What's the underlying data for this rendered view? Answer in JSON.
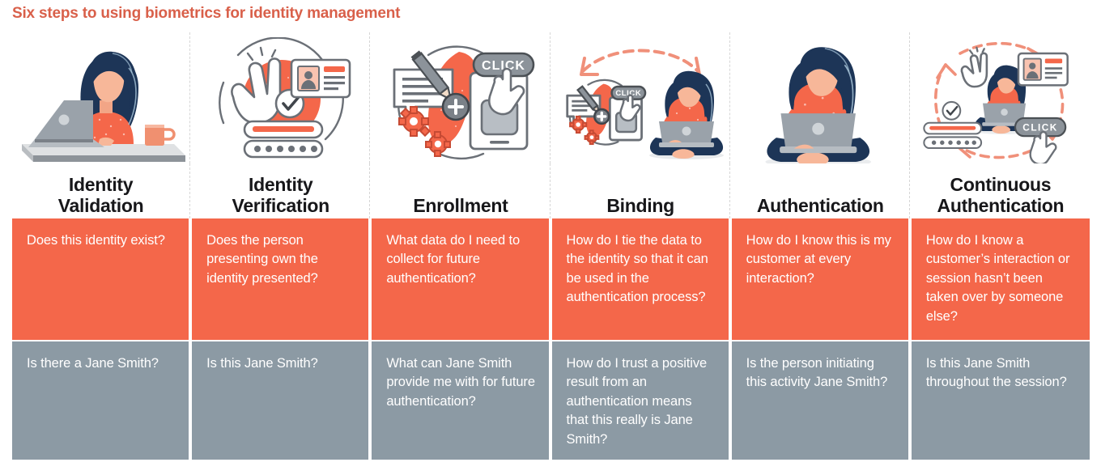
{
  "title": "Six steps to using biometrics for identity management",
  "colors": {
    "title": "#d9604a",
    "orange_row": "#f4674a",
    "grey_row": "#8c9aa4",
    "header_text": "#17171a",
    "cell_text": "#ffffff",
    "illustration_navy": "#1d3557",
    "illustration_orange": "#f4674a",
    "illustration_grey": "#7b8794",
    "illustration_skin": "#f7b799"
  },
  "columns": [
    {
      "id": "identity-validation",
      "header": "Identity\nValidation",
      "header_line1": "Identity",
      "header_line2": "Validation",
      "illustration": "woman-at-desk-with-laptop-icon",
      "question_orange": "Does this identity exist?",
      "question_grey": "Is there a Jane Smith?"
    },
    {
      "id": "identity-verification",
      "header": "Identity\nVerification",
      "header_line1": "Identity",
      "header_line2": "Verification",
      "illustration": "hand-id-card-checkmark-icon",
      "question_orange": "Does the person presenting own the identity presented?",
      "question_grey": "Is this Jane Smith?"
    },
    {
      "id": "enrollment",
      "header": "Enrollment",
      "header_line1": "",
      "header_line2": "Enrollment",
      "illustration": "form-pencil-click-gears-tablet-icon",
      "question_orange": "What data do I need to collect for future authentication?",
      "question_grey": "What can Jane Smith provide me with for future authentication?"
    },
    {
      "id": "binding",
      "header": "Binding",
      "header_line1": "",
      "header_line2": "Binding",
      "illustration": "enrollment-linked-to-person-arrow-icon",
      "question_orange": "How do I tie the data to the identity so that it can be used in the authentication process?",
      "question_grey": "How do I trust a positive result from an authentication means that this really is Jane Smith?"
    },
    {
      "id": "authentication",
      "header": "Authentication",
      "header_line1": "",
      "header_line2": "Authentication",
      "illustration": "seated-woman-with-laptop-icon",
      "question_orange": "How do I know this is my customer at every interaction?",
      "question_grey": "Is the person initiating this activity Jane Smith?"
    },
    {
      "id": "continuous-authentication",
      "header": "Continuous\nAuthentication",
      "header_line1": "Continuous",
      "header_line2": "Authentication",
      "illustration": "circular-authentication-cycle-icon",
      "question_orange": "How do I know a customer’s interaction or session hasn’t been taken over by someone else?",
      "question_grey": "Is this Jane Smith throughout the session?"
    }
  ],
  "illustration_labels": {
    "click": "CLICK"
  }
}
